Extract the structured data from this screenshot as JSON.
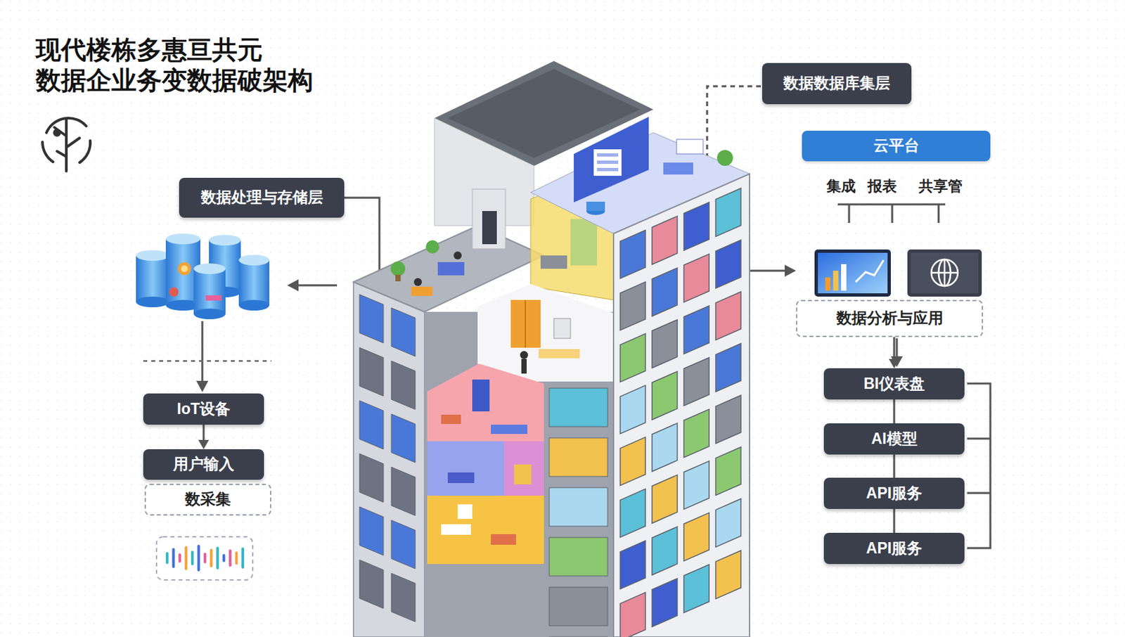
{
  "diagram": {
    "title": "现代楼栋多惠亘共元 数据企业务变数据破架构",
    "nodes": [
      {
        "text": [
          "数据处理与存储层"
        ]
      },
      {
        "text": [
          "IoT设备"
        ]
      },
      {
        "text": [
          "用户输入"
        ]
      },
      {
        "text": [
          "数采集"
        ]
      },
      {
        "text": [
          "数据数据库集层"
        ]
      },
      {
        "text": [
          "云平台"
        ]
      },
      {
        "text": [
          "数据分析与应用"
        ]
      },
      {
        "text": [
          "BI仪表盘"
        ]
      },
      {
        "text": [
          "AI模型"
        ]
      },
      {
        "text": [
          "API服务"
        ]
      },
      {
        "text": [
          "API服务"
        ]
      }
    ],
    "edges": [
      {
        "from": 1,
        "to": 2,
        "arrow": "to"
      },
      {
        "from": 6,
        "to": 7,
        "arrow": "to"
      },
      {
        "from": 7,
        "to": 8,
        "arrow": "none"
      },
      {
        "from": 8,
        "to": 9,
        "arrow": "none"
      },
      {
        "from": 9,
        "to": 10,
        "arrow": "none"
      }
    ],
    "labels": [
      "集成",
      "报表",
      "共享管"
    ]
  }
}
